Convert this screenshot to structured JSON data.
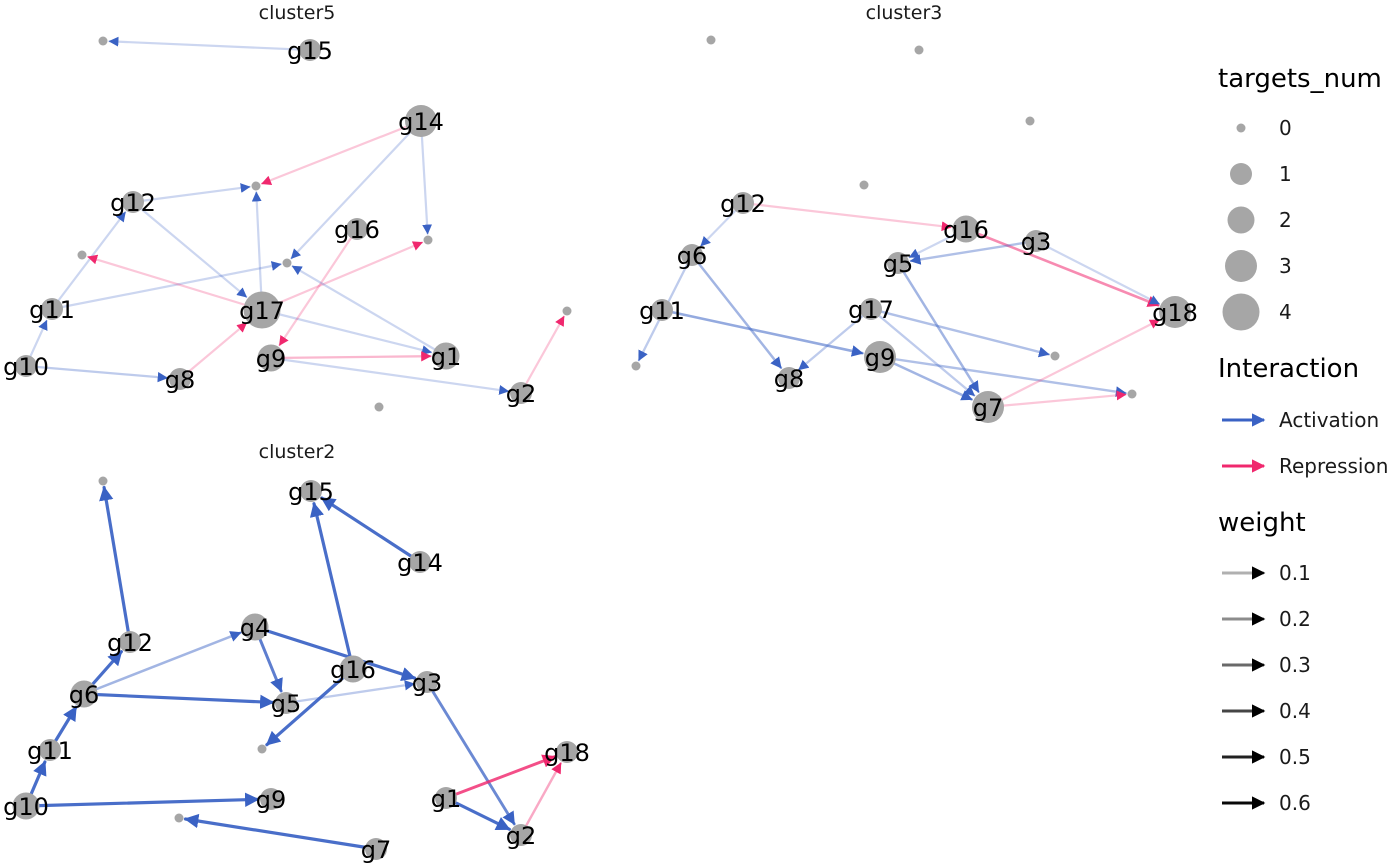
{
  "colors": {
    "activation": "#3A62C4",
    "repression": "#F0286E",
    "node": "#A6A6A6",
    "legend_dark": "#000000"
  },
  "legend": {
    "targets_num": {
      "title": "targets_num",
      "items": [
        {
          "label": "0",
          "value": 0
        },
        {
          "label": "1",
          "value": 1
        },
        {
          "label": "2",
          "value": 2
        },
        {
          "label": "3",
          "value": 3
        },
        {
          "label": "4",
          "value": 4
        }
      ]
    },
    "interaction": {
      "title": "Interaction",
      "items": [
        {
          "label": "Activation",
          "type": "activation"
        },
        {
          "label": "Repression",
          "type": "repression"
        }
      ]
    },
    "weight": {
      "title": "weight",
      "items": [
        {
          "label": "0.1",
          "value": 0.1
        },
        {
          "label": "0.2",
          "value": 0.2
        },
        {
          "label": "0.3",
          "value": 0.3
        },
        {
          "label": "0.4",
          "value": 0.4
        },
        {
          "label": "0.5",
          "value": 0.5
        },
        {
          "label": "0.6",
          "value": 0.6
        }
      ]
    }
  },
  "panels": [
    {
      "title": "cluster5",
      "nodes": [
        {
          "id": "g15",
          "label": "g15",
          "targets": 1
        },
        {
          "id": "g14",
          "label": "g14",
          "targets": 3
        },
        {
          "id": "g12",
          "label": "g12",
          "targets": 1
        },
        {
          "id": "g16",
          "label": "g16",
          "targets": 1
        },
        {
          "id": "g11",
          "label": "g11",
          "targets": 1
        },
        {
          "id": "g17",
          "label": "g17",
          "targets": 4
        },
        {
          "id": "g10",
          "label": "g10",
          "targets": 1
        },
        {
          "id": "g8",
          "label": "g8",
          "targets": 1
        },
        {
          "id": "g9",
          "label": "g9",
          "targets": 2
        },
        {
          "id": "g1",
          "label": "g1",
          "targets": 2
        },
        {
          "id": "g2",
          "label": "g2",
          "targets": 1
        },
        {
          "id": "t1",
          "label": "",
          "targets": 0
        },
        {
          "id": "t2",
          "label": "",
          "targets": 0
        },
        {
          "id": "t3",
          "label": "",
          "targets": 0
        },
        {
          "id": "t4",
          "label": "",
          "targets": 0
        },
        {
          "id": "t5",
          "label": "",
          "targets": 0
        },
        {
          "id": "t6",
          "label": "",
          "targets": 0
        },
        {
          "id": "t7",
          "label": "",
          "targets": 0
        }
      ],
      "edges": [
        {
          "from": "g15",
          "to": "t1",
          "type": "activation",
          "weight": 0.1
        },
        {
          "from": "g14",
          "to": "t2",
          "type": "repression",
          "weight": 0.1
        },
        {
          "from": "g14",
          "to": "t3",
          "type": "activation",
          "weight": 0.1
        },
        {
          "from": "g14",
          "to": "t4",
          "type": "activation",
          "weight": 0.1
        },
        {
          "from": "g12",
          "to": "t2",
          "type": "activation",
          "weight": 0.1
        },
        {
          "from": "g12",
          "to": "g17",
          "type": "activation",
          "weight": 0.1
        },
        {
          "from": "g11",
          "to": "g12",
          "type": "activation",
          "weight": 0.1
        },
        {
          "from": "g11",
          "to": "t4",
          "type": "activation",
          "weight": 0.1
        },
        {
          "from": "g17",
          "to": "t2",
          "type": "activation",
          "weight": 0.1
        },
        {
          "from": "g17",
          "to": "t5",
          "type": "repression",
          "weight": 0.1
        },
        {
          "from": "g17",
          "to": "t3",
          "type": "repression",
          "weight": 0.1
        },
        {
          "from": "g17",
          "to": "g1",
          "type": "activation",
          "weight": 0.1
        },
        {
          "from": "g16",
          "to": "g9",
          "type": "repression",
          "weight": 0.1
        },
        {
          "from": "g10",
          "to": "g8",
          "type": "activation",
          "weight": 0.15
        },
        {
          "from": "g10",
          "to": "g11",
          "type": "activation",
          "weight": 0.1
        },
        {
          "from": "g8",
          "to": "g17",
          "type": "repression",
          "weight": 0.1
        },
        {
          "from": "g9",
          "to": "g1",
          "type": "repression",
          "weight": 0.15
        },
        {
          "from": "g9",
          "to": "g2",
          "type": "activation",
          "weight": 0.1
        },
        {
          "from": "g1",
          "to": "t4",
          "type": "activation",
          "weight": 0.1
        },
        {
          "from": "g2",
          "to": "t6",
          "type": "repression",
          "weight": 0.1
        }
      ]
    },
    {
      "title": "cluster3",
      "nodes": [
        {
          "id": "g12",
          "label": "g12",
          "targets": 1
        },
        {
          "id": "g6",
          "label": "g6",
          "targets": 1
        },
        {
          "id": "g16",
          "label": "g16",
          "targets": 2
        },
        {
          "id": "g3",
          "label": "g3",
          "targets": 1
        },
        {
          "id": "g5",
          "label": "g5",
          "targets": 1
        },
        {
          "id": "g17",
          "label": "g17",
          "targets": 1
        },
        {
          "id": "g11",
          "label": "g11",
          "targets": 1
        },
        {
          "id": "g9",
          "label": "g9",
          "targets": 3
        },
        {
          "id": "g8",
          "label": "g8",
          "targets": 1
        },
        {
          "id": "g7",
          "label": "g7",
          "targets": 3
        },
        {
          "id": "g18",
          "label": "g18",
          "targets": 3
        },
        {
          "id": "u1",
          "label": "",
          "targets": 0
        },
        {
          "id": "u2",
          "label": "",
          "targets": 0
        },
        {
          "id": "u3",
          "label": "",
          "targets": 0
        },
        {
          "id": "u4",
          "label": "",
          "targets": 0
        },
        {
          "id": "u5",
          "label": "",
          "targets": 0
        },
        {
          "id": "u6",
          "label": "",
          "targets": 0
        },
        {
          "id": "u7",
          "label": "",
          "targets": 0
        }
      ],
      "edges": [
        {
          "from": "g12",
          "to": "g16",
          "type": "repression",
          "weight": 0.1
        },
        {
          "from": "g12",
          "to": "g6",
          "type": "activation",
          "weight": 0.1
        },
        {
          "from": "g6",
          "to": "g8",
          "type": "activation",
          "weight": 0.25
        },
        {
          "from": "g6",
          "to": "u5",
          "type": "activation",
          "weight": 0.15
        },
        {
          "from": "g16",
          "to": "g18",
          "type": "repression",
          "weight": 0.3
        },
        {
          "from": "g3",
          "to": "g18",
          "type": "activation",
          "weight": 0.1
        },
        {
          "from": "g3",
          "to": "g5",
          "type": "activation",
          "weight": 0.2
        },
        {
          "from": "g16",
          "to": "g5",
          "type": "activation",
          "weight": 0.1
        },
        {
          "from": "g5",
          "to": "g7",
          "type": "activation",
          "weight": 0.25
        },
        {
          "from": "g17",
          "to": "u6",
          "type": "activation",
          "weight": 0.2
        },
        {
          "from": "g17",
          "to": "g7",
          "type": "activation",
          "weight": 0.15
        },
        {
          "from": "g17",
          "to": "g8",
          "type": "activation",
          "weight": 0.15
        },
        {
          "from": "g11",
          "to": "g9",
          "type": "activation",
          "weight": 0.3
        },
        {
          "from": "g9",
          "to": "g7",
          "type": "activation",
          "weight": 0.25
        },
        {
          "from": "g9",
          "to": "u7",
          "type": "activation",
          "weight": 0.2
        },
        {
          "from": "g7",
          "to": "u7",
          "type": "repression",
          "weight": 0.1
        },
        {
          "from": "g7",
          "to": "g18",
          "type": "repression",
          "weight": 0.1
        }
      ]
    },
    {
      "title": "cluster2",
      "nodes": [
        {
          "id": "g15",
          "label": "g15",
          "targets": 1
        },
        {
          "id": "g14",
          "label": "g14",
          "targets": 1
        },
        {
          "id": "g4",
          "label": "g4",
          "targets": 2
        },
        {
          "id": "g12",
          "label": "g12",
          "targets": 1
        },
        {
          "id": "g16",
          "label": "g16",
          "targets": 2
        },
        {
          "id": "g3",
          "label": "g3",
          "targets": 1
        },
        {
          "id": "g6",
          "label": "g6",
          "targets": 2
        },
        {
          "id": "g5",
          "label": "g5",
          "targets": 1
        },
        {
          "id": "g11",
          "label": "g11",
          "targets": 1
        },
        {
          "id": "g18",
          "label": "g18",
          "targets": 1
        },
        {
          "id": "g1",
          "label": "g1",
          "targets": 1
        },
        {
          "id": "g10",
          "label": "g10",
          "targets": 2
        },
        {
          "id": "g9",
          "label": "g9",
          "targets": 1
        },
        {
          "id": "g2",
          "label": "g2",
          "targets": 1
        },
        {
          "id": "g7",
          "label": "g7",
          "targets": 1
        },
        {
          "id": "v1",
          "label": "",
          "targets": 0
        },
        {
          "id": "v2",
          "label": "",
          "targets": 0
        },
        {
          "id": "v3",
          "label": "",
          "targets": 0
        }
      ],
      "edges": [
        {
          "from": "g12",
          "to": "v1",
          "type": "activation",
          "weight": 0.6
        },
        {
          "from": "g14",
          "to": "g15",
          "type": "activation",
          "weight": 0.6
        },
        {
          "from": "g16",
          "to": "g15",
          "type": "activation",
          "weight": 0.6
        },
        {
          "from": "g4",
          "to": "g3",
          "type": "activation",
          "weight": 0.6
        },
        {
          "from": "g4",
          "to": "g5",
          "type": "activation",
          "weight": 0.5
        },
        {
          "from": "g6",
          "to": "g4",
          "type": "activation",
          "weight": 0.25
        },
        {
          "from": "g6",
          "to": "g12",
          "type": "activation",
          "weight": 0.6
        },
        {
          "from": "g6",
          "to": "g5",
          "type": "activation",
          "weight": 0.6
        },
        {
          "from": "g16",
          "to": "v2",
          "type": "activation",
          "weight": 0.6
        },
        {
          "from": "g5",
          "to": "g3",
          "type": "activation",
          "weight": 0.15
        },
        {
          "from": "g3",
          "to": "g2",
          "type": "activation",
          "weight": 0.45
        },
        {
          "from": "g11",
          "to": "g6",
          "type": "activation",
          "weight": 0.6
        },
        {
          "from": "g10",
          "to": "g11",
          "type": "activation",
          "weight": 0.6
        },
        {
          "from": "g10",
          "to": "g9",
          "type": "activation",
          "weight": 0.6
        },
        {
          "from": "g1",
          "to": "g18",
          "type": "repression",
          "weight": 0.5
        },
        {
          "from": "g1",
          "to": "g2",
          "type": "activation",
          "weight": 0.6
        },
        {
          "from": "g2",
          "to": "g18",
          "type": "repression",
          "weight": 0.2
        },
        {
          "from": "g7",
          "to": "v3",
          "type": "activation",
          "weight": 0.6
        }
      ]
    }
  ]
}
